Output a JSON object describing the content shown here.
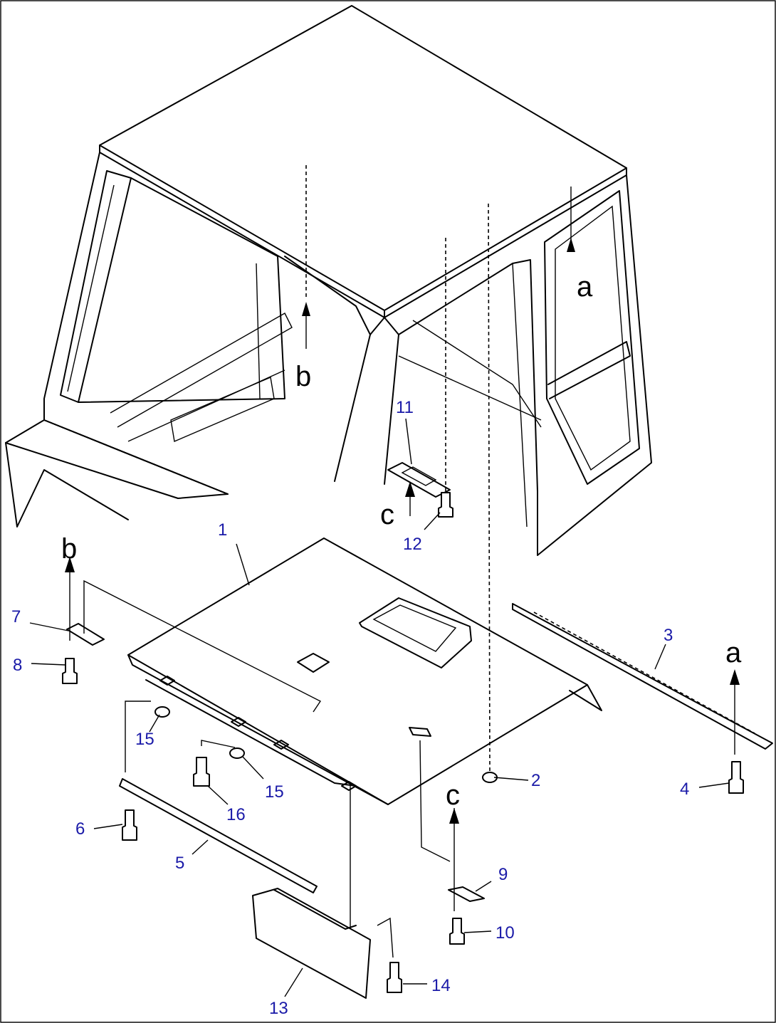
{
  "callouts": {
    "c1": "1",
    "c2": "2",
    "c3": "3",
    "c4": "4",
    "c5": "5",
    "c6": "6",
    "c7": "7",
    "c8": "8",
    "c9": "9",
    "c10": "10",
    "c11": "11",
    "c12": "12",
    "c13": "13",
    "c14": "14",
    "c15a": "15",
    "c15b": "15",
    "c16": "16"
  },
  "view_marks": {
    "a_top": "a",
    "a_bottom": "a",
    "b_top": "b",
    "b_bottom": "b",
    "c_top": "c",
    "c_bottom": "c"
  },
  "colors": {
    "callout": "#1a1aa8",
    "line": "#000000",
    "background": "#ffffff"
  }
}
